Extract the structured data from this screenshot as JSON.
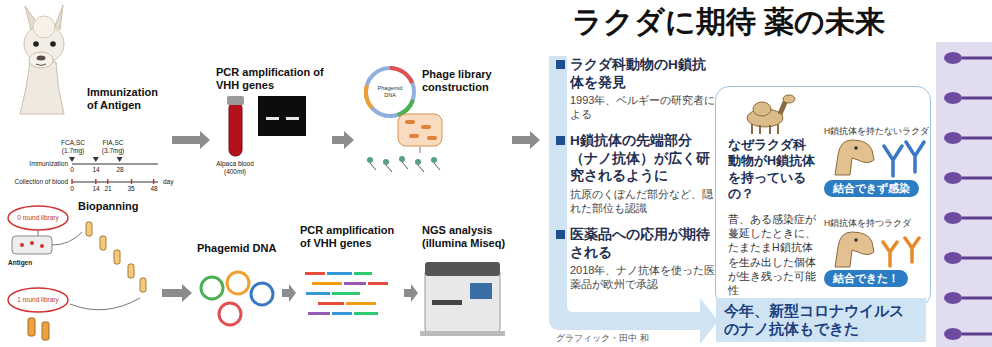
{
  "diagram": {
    "title": "ラクダに期待 薬の未来",
    "nodes": [
      {
        "text": [
          "Immunization of Antigen"
        ]
      },
      {
        "text": [
          "PCR amplification of VHH genes"
        ]
      },
      {
        "text": [
          "Phage library construction"
        ]
      },
      {
        "text": [
          "Biopanning"
        ]
      },
      {
        "text": [
          "Phagemid DNA"
        ]
      },
      {
        "text": [
          "PCR amplification of VHH genes"
        ]
      },
      {
        "text": [
          "NGS analysis (illumina Miseq)"
        ]
      },
      {
        "text": [
          "なぜラクダ科動物がH鎖抗体を持っているの？",
          "昔、ある感染症が蔓延したときに、たまたまH鎖抗体を生み出した個体が生き残った可能性"
        ]
      },
      {
        "text": [
          "結合できず感染"
        ],
        "in": 7
      },
      {
        "text": [
          "結合できた！"
        ],
        "in": 7
      },
      {
        "text": [
          "今年、新型コロナウイルスのナノ抗体もできた"
        ]
      }
    ],
    "edges": [
      {
        "from": 0,
        "to": 1,
        "arrow": "to"
      },
      {
        "from": 1,
        "to": 2,
        "arrow": "to"
      },
      {
        "from": 3,
        "to": 4,
        "arrow": "to"
      },
      {
        "from": 4,
        "to": 5,
        "arrow": "to"
      },
      {
        "from": 5,
        "to": 6,
        "arrow": "to"
      }
    ],
    "labels": [
      "FCA,SC (1.7mg)",
      "FIA,SC (3.7mg)",
      "Immunization",
      "0",
      "14",
      "28",
      "Collection of blood",
      "0",
      "14",
      "21",
      "35",
      "48",
      "day",
      "Alpaca blood (400ml)",
      "Phagemid DNA",
      "0 round library",
      "Antigen",
      "1 round library",
      "ラクダ科動物のH鎖抗体を発見",
      "1993年、ベルギーの研究者による",
      "H鎖抗体の先端部分（ナノ抗体）が広く研究されるように",
      "抗原のくぼんだ部分など、隠れた部位も認識",
      "医薬品への応用が期待される",
      "2018年、ナノ抗体を使った医薬品が欧州で承認",
      "H鎖抗体を持たないラクダ",
      "H鎖抗体を持つラクダ",
      "グラフィック・田中 和"
    ]
  }
}
